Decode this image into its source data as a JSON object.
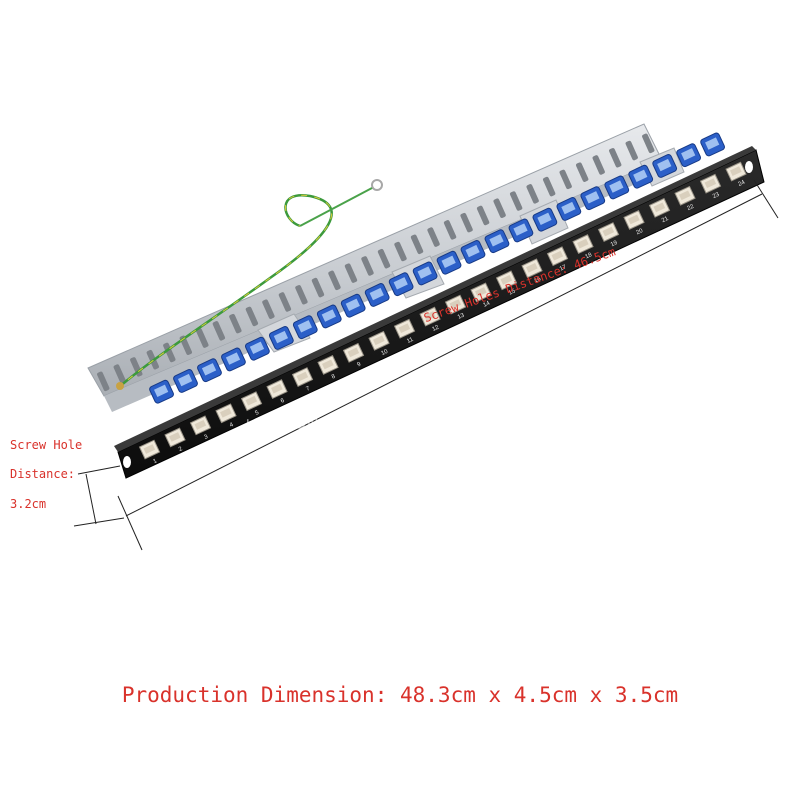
{
  "photo": {
    "watermark": "UNTSON",
    "port_labels": [
      "1",
      "2",
      "3",
      "4",
      "5",
      "6",
      "7",
      "8",
      "9",
      "10",
      "11",
      "12",
      "13",
      "14",
      "15",
      "16",
      "17",
      "18",
      "19",
      "20",
      "21",
      "22",
      "23",
      "24"
    ]
  },
  "annotations": {
    "screw_hole_line1": "Screw Hole",
    "screw_hole_line2": "Distance:",
    "screw_hole_value": "3.2cm",
    "screw_holes_diag": "Screw Holes Distance: 46.5cm"
  },
  "caption": "Production Dimension: 48.3cm x 4.5cm x 3.5cm",
  "colors": {
    "annotation_red": "#d9322b",
    "panel_black": "#161616",
    "keystone_blue": "#2b5fc8",
    "metal_bar": "#cfd2d6",
    "ground_wire": "#3c9a3c"
  }
}
